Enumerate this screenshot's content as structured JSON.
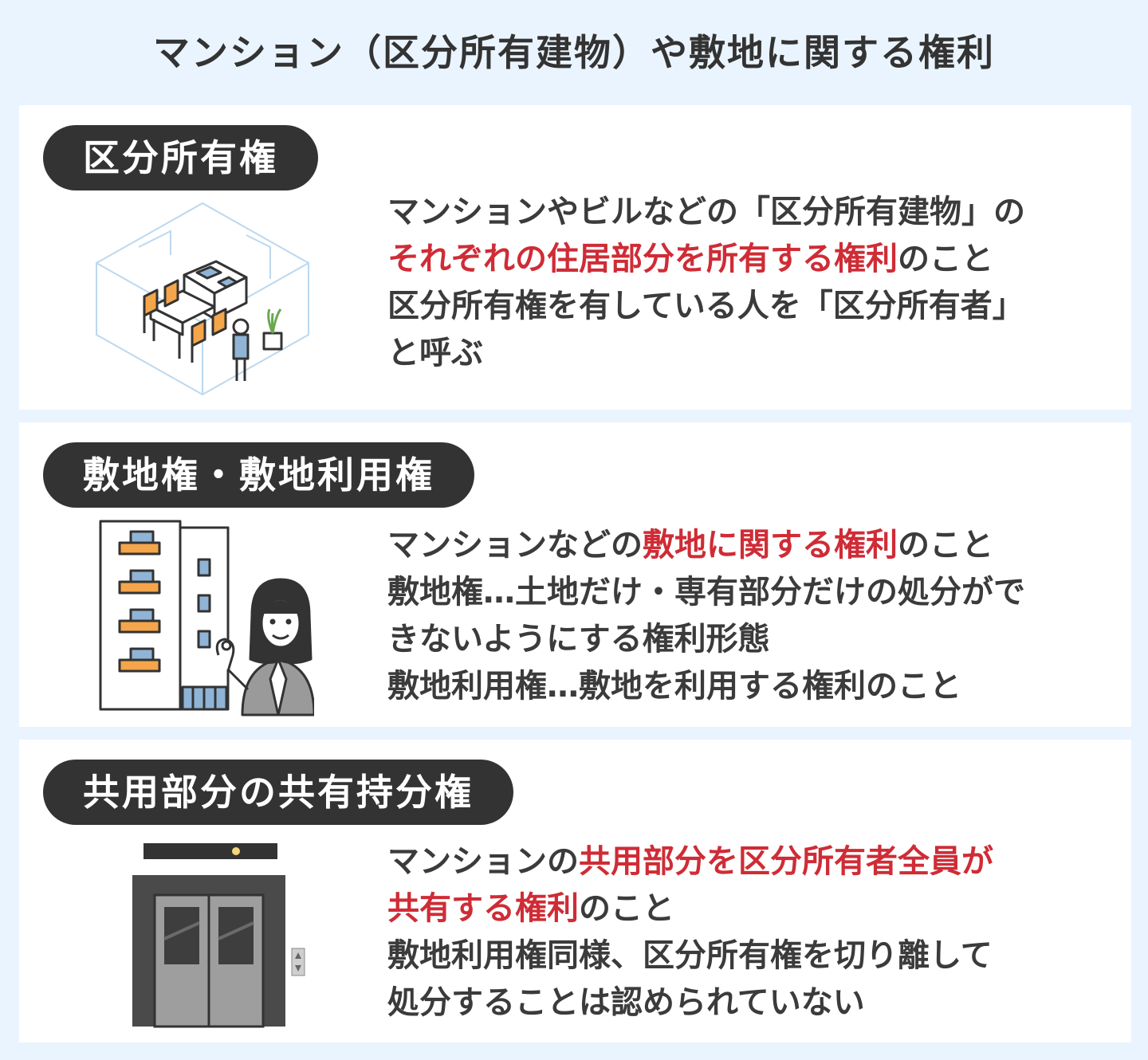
{
  "title": "マンション（区分所有建物）や敷地に関する権利",
  "sections": [
    {
      "label": "区分所有権",
      "lines": [
        [
          {
            "t": "マンションやビルなどの「区分所有建物」の",
            "hl": false
          }
        ],
        [
          {
            "t": "それぞれの住居部分を所有する権利",
            "hl": true
          },
          {
            "t": "のこと",
            "hl": false
          }
        ],
        [
          {
            "t": "区分所有権を有している人を「区分所有者」",
            "hl": false
          }
        ],
        [
          {
            "t": "と呼ぶ",
            "hl": false
          }
        ]
      ]
    },
    {
      "label": "敷地権・敷地利用権",
      "lines": [
        [
          {
            "t": "マンションなどの",
            "hl": false
          },
          {
            "t": "敷地に関する権利",
            "hl": true
          },
          {
            "t": "のこと",
            "hl": false
          }
        ],
        [
          {
            "t": "敷地権…土地だけ・専有部分だけの処分がで",
            "hl": false
          }
        ],
        [
          {
            "t": "きないようにする権利形態",
            "hl": false
          }
        ],
        [
          {
            "t": "敷地利用権…敷地を利用する権利のこと",
            "hl": false
          }
        ]
      ]
    },
    {
      "label": "共用部分の共有持分権",
      "lines": [
        [
          {
            "t": "マンションの",
            "hl": false
          },
          {
            "t": "共用部分を区分所有者全員が",
            "hl": true
          }
        ],
        [
          {
            "t": "共有する権利",
            "hl": true
          },
          {
            "t": "のこと",
            "hl": false
          }
        ],
        [
          {
            "t": "敷地利用権同様、区分所有権を切り離して",
            "hl": false
          }
        ],
        [
          {
            "t": "処分することは認められていない",
            "hl": false
          }
        ]
      ]
    }
  ],
  "colors": {
    "background": "#eaf4fe",
    "panel": "#ffffff",
    "pill": "#333333",
    "highlight": "#cf2c36",
    "text": "#3b3b3b"
  },
  "icons": [
    "room-furniture-illustration",
    "apartment-building-woman-illustration",
    "elevator-illustration"
  ]
}
